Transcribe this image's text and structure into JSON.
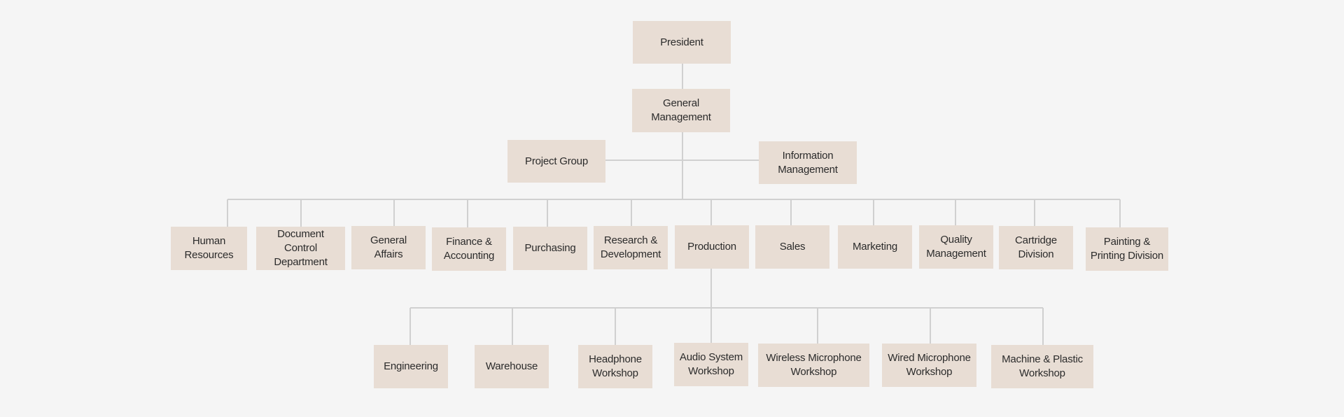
{
  "org": {
    "president": "President",
    "general_management": "General\nManagement",
    "project_group": "Project Group",
    "information_management": "Information\nManagement",
    "departments": [
      "Human\nResources",
      "Document\nControl Department",
      "General\nAffairs",
      "Finance &\nAccounting",
      "Purchasing",
      "Research &\nDevelopment",
      "Production",
      "Sales",
      "Marketing",
      "Quality\nManagement",
      "Cartridge\nDivision",
      "Painting &\nPrinting Division"
    ],
    "production_units": [
      "Engineering",
      "Warehouse",
      "Headphone\nWorkshop",
      "Audio System\nWorkshop",
      "Wireless Microphone\nWorkshop",
      "Wired Microphone\nWorkshop",
      "Machine & Plastic\nWorkshop"
    ]
  },
  "colors": {
    "background": "#f5f5f5",
    "box_fill": "#e8ddd4",
    "connector": "#d0d0d0",
    "text": "#2b2b2b"
  }
}
